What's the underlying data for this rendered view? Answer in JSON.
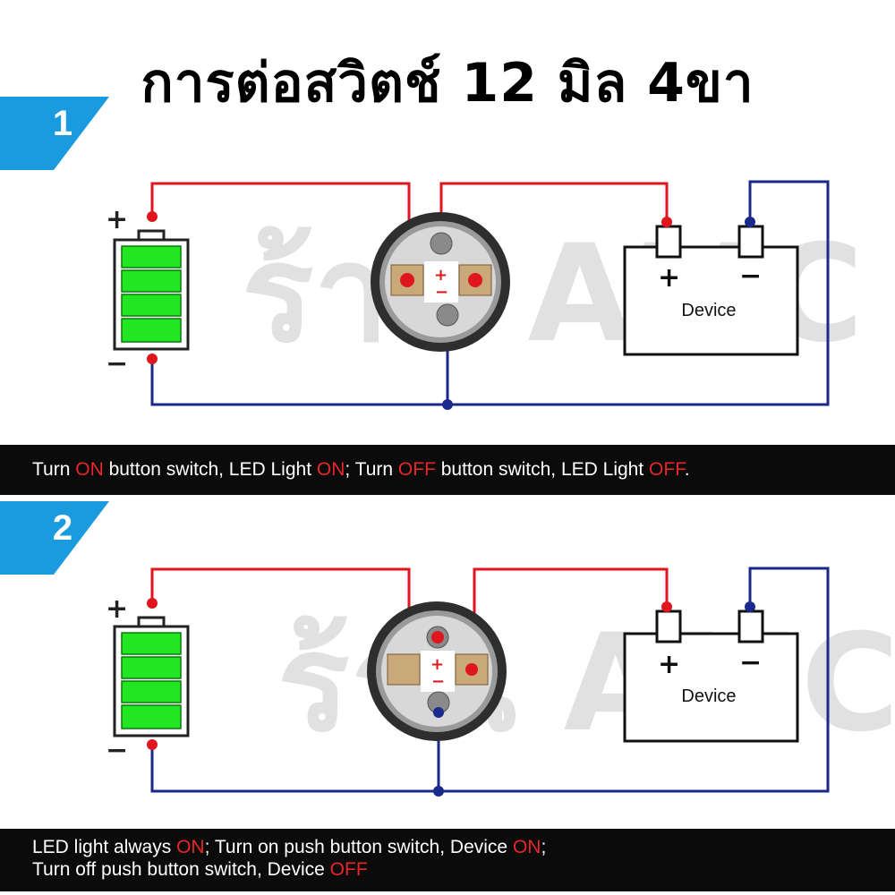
{
  "title": "การต่อสวิตช์ 12 มิล 4ขา",
  "watermark": "ร้าน AMC",
  "colors": {
    "positive_wire": "#e0161e",
    "negative_wire": "#1a2a8c",
    "battery_cell": "#22e622",
    "badge": "#1a9be0",
    "band": "#0b0b0b"
  },
  "diagram1": {
    "number": "1",
    "battery_plus": "+",
    "battery_minus": "−",
    "switch_plus": "+",
    "switch_minus": "−",
    "device_plus": "+",
    "device_minus": "−",
    "device_label": "Device",
    "caption": {
      "p1": "Turn ",
      "p2": "ON",
      "p3": " button switch, LED Light ",
      "p4": "ON",
      "p5": "; Turn ",
      "p6": "OFF",
      "p7": " button switch, LED Light ",
      "p8": "OFF",
      "p9": "."
    }
  },
  "diagram2": {
    "number": "2",
    "battery_plus": "+",
    "battery_minus": "−",
    "switch_plus": "+",
    "switch_minus": "−",
    "device_plus": "+",
    "device_minus": "−",
    "device_label": "Device",
    "caption": {
      "l1a": "LED light always ",
      "l1b": "ON",
      "l1c": "; Turn on push button switch, Device ",
      "l1d": "ON",
      "l1e": ";",
      "l2a": "Turn off push button switch, Device ",
      "l2b": "OFF"
    }
  }
}
